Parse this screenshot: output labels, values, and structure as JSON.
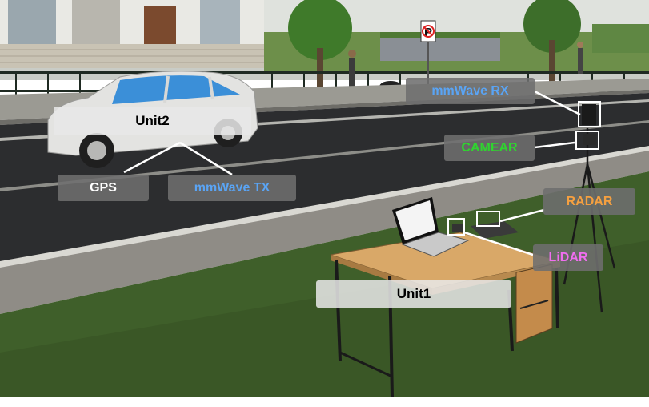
{
  "labels": {
    "unit1": "Unit1",
    "unit2": "Unit2",
    "gps": "GPS",
    "mmwave_tx": "mmWave TX",
    "mmwave_rx": "mmWave RX",
    "camera": "CAMEAR",
    "radar": "RADAR",
    "lidar": "LiDAR"
  },
  "colors": {
    "unit_text": "#000000",
    "gps_text": "#ffffff",
    "mmwave_text": "#5aa4f4",
    "camera_text": "#2fd52f",
    "radar_text": "#f5a040",
    "lidar_text": "#f06ef0",
    "connector": "#ffffff"
  },
  "sign_text": "P"
}
